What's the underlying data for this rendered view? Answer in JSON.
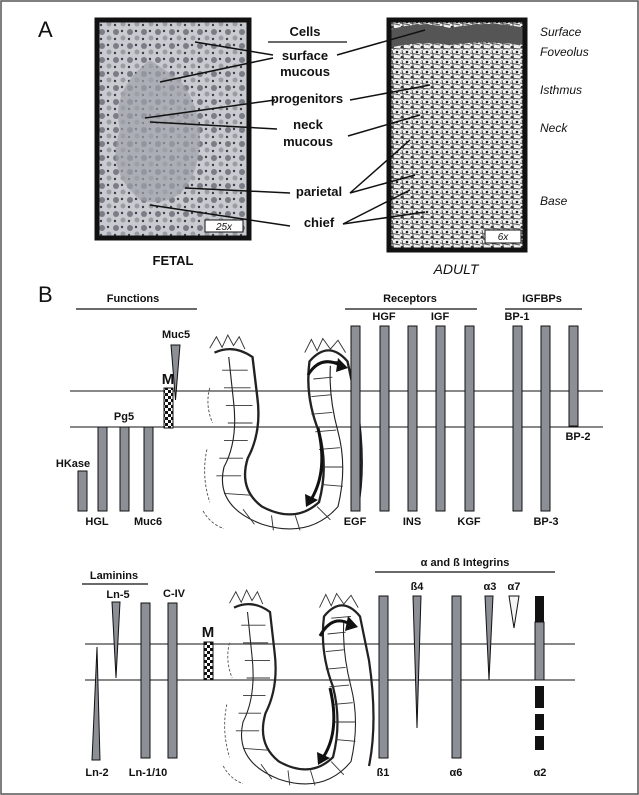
{
  "panel_a": {
    "label": "A",
    "cells_header": "Cells",
    "cells": [
      "surface",
      "mucous",
      "progenitors",
      "neck",
      "mucous",
      "parietal",
      "chief"
    ],
    "fetal_mag": "25x",
    "adult_mag": "6x",
    "fetal_title": "FETAL",
    "adult_title": "ADULT",
    "adult_zones": [
      "Surface",
      "Foveolus",
      "Isthmus",
      "Neck",
      "Base"
    ]
  },
  "panel_b": {
    "label": "B",
    "functions_header": "Functions",
    "functions": {
      "muc5": "Muc5",
      "m": "M",
      "pg5": "Pg5",
      "hkase": "HKase",
      "hgl": "HGL",
      "muc6": "Muc6"
    },
    "receptors_header": "Receptors",
    "receptors": {
      "hgf": "HGF",
      "igf": "IGF",
      "egf": "EGF",
      "ins": "INS",
      "kgf": "KGF"
    },
    "igfbps_header": "IGFBPs",
    "igfbps": {
      "bp1": "BP-1",
      "bp2": "BP-2",
      "bp3": "BP-3"
    },
    "laminins_header": "Laminins",
    "laminins": {
      "ln5": "Ln-5",
      "civ": "C-IV",
      "m": "M",
      "ln2": "Ln-2",
      "ln110": "Ln-1/10"
    },
    "integrins_header": "α and ß  Integrins",
    "integrins": {
      "b4": "ß4",
      "a3": "α3",
      "a7": "α7",
      "b1": "ß1",
      "a6": "α6",
      "a2": "α2"
    }
  }
}
